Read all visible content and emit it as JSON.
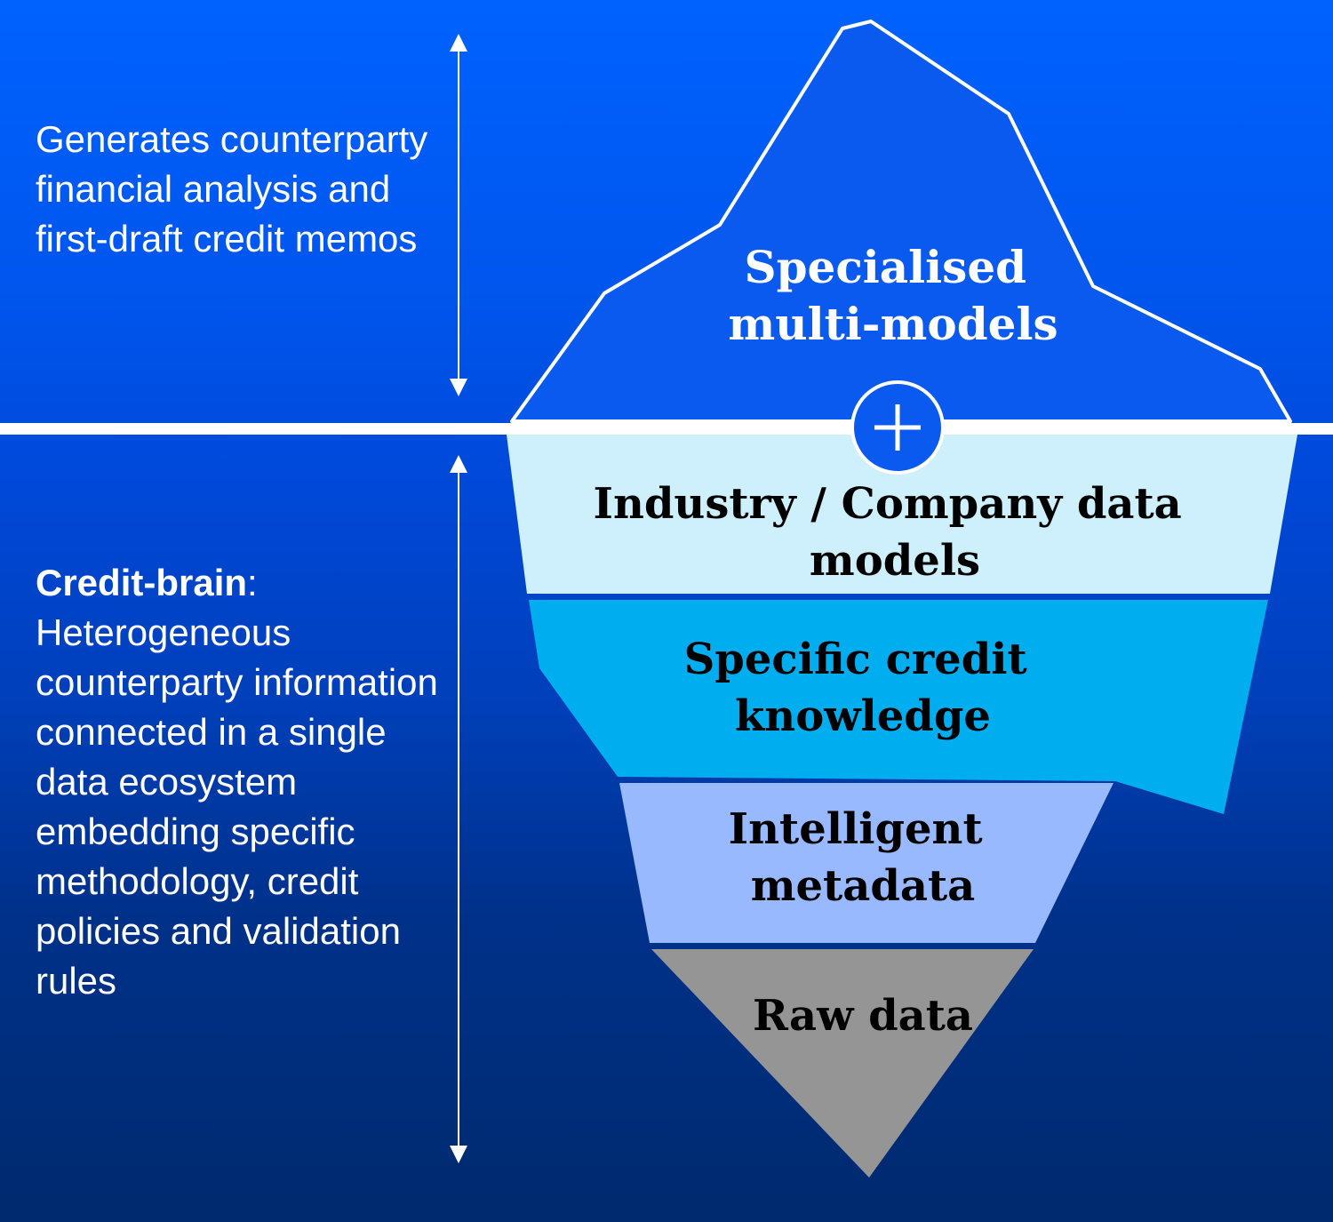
{
  "above_water": {
    "description": "Generates counterparty financial analysis and first-draft credit memos"
  },
  "below_water": {
    "heading": "Credit-brain",
    "separator": ":",
    "description": "Heterogeneous counterparty information connected in a single data ecosystem embedding specific methodology, credit policies and validation rules"
  },
  "layers": [
    {
      "id": "tip",
      "line1": "Specialised",
      "line2": "multi-models",
      "color": "#0a5af0",
      "text_color": "#ffffff"
    },
    {
      "id": "layer1",
      "line1": "Industry / Company data",
      "line2": "models",
      "color": "#cdf0fc",
      "text_color": "#000000"
    },
    {
      "id": "layer2",
      "line1": "Specific credit",
      "line2": "knowledge",
      "color": "#00aeef",
      "text_color": "#000000"
    },
    {
      "id": "layer3",
      "line1": "Intelligent",
      "line2": "metadata",
      "color": "#98b9fe",
      "text_color": "#000000"
    },
    {
      "id": "layer4",
      "line1": "Raw data",
      "line2": "",
      "color": "#959595",
      "text_color": "#000000"
    }
  ],
  "colors": {
    "waterline": "#ffffff",
    "plus_circle": "#0a5af0",
    "arrow": "#ffffff"
  },
  "icons": {
    "junction": "plus-icon"
  }
}
